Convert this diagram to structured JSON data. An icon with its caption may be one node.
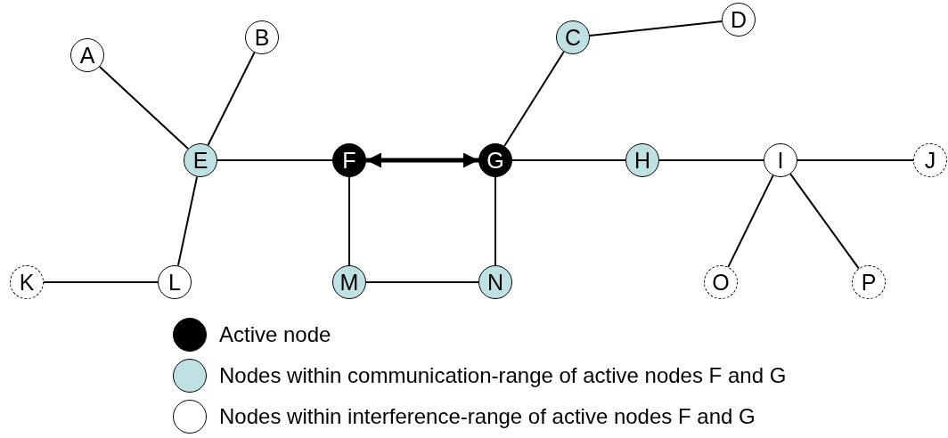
{
  "diagram": {
    "nodes": [
      {
        "text": [
          "A"
        ]
      },
      {
        "text": [
          "B"
        ]
      },
      {
        "text": [
          "C"
        ]
      },
      {
        "text": [
          "D"
        ]
      },
      {
        "text": [
          "E"
        ]
      },
      {
        "text": [
          "F"
        ]
      },
      {
        "text": [
          "G"
        ]
      },
      {
        "text": [
          "H"
        ]
      },
      {
        "text": [
          "I"
        ]
      },
      {
        "text": [
          "J"
        ]
      },
      {
        "text": [
          "K"
        ]
      },
      {
        "text": [
          "L"
        ]
      },
      {
        "text": [
          "M"
        ]
      },
      {
        "text": [
          "N"
        ]
      },
      {
        "text": [
          "O"
        ]
      },
      {
        "text": [
          "P"
        ]
      }
    ],
    "edges": [
      {
        "from": 0,
        "to": 4,
        "arrow": "none"
      },
      {
        "from": 1,
        "to": 4,
        "arrow": "none"
      },
      {
        "from": 2,
        "to": 6,
        "arrow": "none"
      },
      {
        "from": 2,
        "to": 3,
        "arrow": "none"
      },
      {
        "from": 4,
        "to": 5,
        "arrow": "none"
      },
      {
        "from": 5,
        "to": 6,
        "arrow": "both",
        "style": "thick"
      },
      {
        "from": 4,
        "to": 11,
        "arrow": "none"
      },
      {
        "from": 11,
        "to": 10,
        "arrow": "none"
      },
      {
        "from": 5,
        "to": 12,
        "arrow": "none"
      },
      {
        "from": 12,
        "to": 13,
        "arrow": "none"
      },
      {
        "from": 13,
        "to": 6,
        "arrow": "none"
      },
      {
        "from": 6,
        "to": 7,
        "arrow": "none"
      },
      {
        "from": 7,
        "to": 8,
        "arrow": "none"
      },
      {
        "from": 8,
        "to": 9,
        "arrow": "none"
      },
      {
        "from": 8,
        "to": 14,
        "arrow": "none"
      },
      {
        "from": 8,
        "to": 15,
        "arrow": "none"
      }
    ],
    "legend": [
      {
        "text": "Active node",
        "color": "#000000"
      },
      {
        "text": "Nodes within communication-range of active nodes F and G",
        "color": "#bfe1e3"
      },
      {
        "text": "Nodes within interference-range of active nodes F and G",
        "color": "#ffffff"
      }
    ]
  }
}
